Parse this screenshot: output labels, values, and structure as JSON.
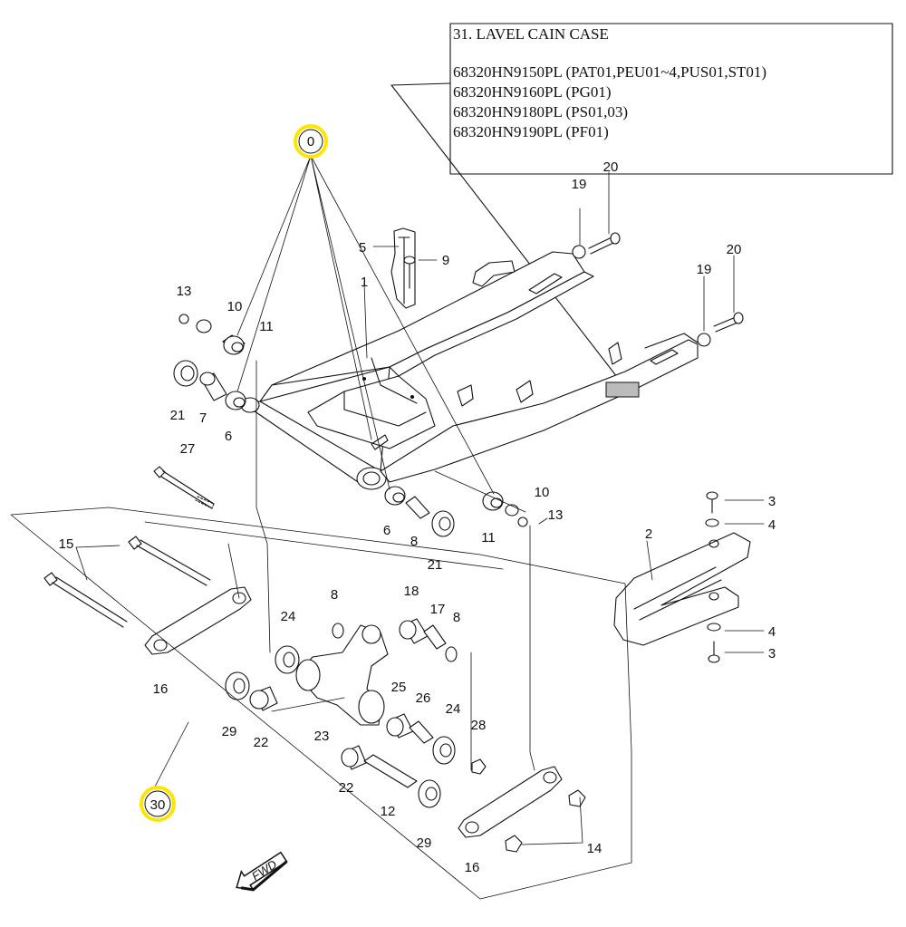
{
  "note": {
    "title": "31. LAVEL CAIN CASE",
    "lines": [
      "68320HN9150PL (PAT01,PEU01~4,PUS01,ST01)",
      "68320HN9160PL (PG01)",
      "68320HN9180PL (PS01,03)",
      "68320HN9190PL (PF01)"
    ]
  },
  "highlights": {
    "top": "0",
    "bottom": "30"
  },
  "direction": "FWD",
  "colors": {
    "highlight": "#ffe600",
    "ink": "#111111",
    "tag": "#bbbbbb"
  },
  "labels": [
    {
      "id": "1",
      "text": "1"
    },
    {
      "id": "2",
      "text": "2"
    },
    {
      "id": "3a",
      "text": "3"
    },
    {
      "id": "3b",
      "text": "3"
    },
    {
      "id": "4a",
      "text": "4"
    },
    {
      "id": "4b",
      "text": "4"
    },
    {
      "id": "5",
      "text": "5"
    },
    {
      "id": "6a",
      "text": "6"
    },
    {
      "id": "6b",
      "text": "6"
    },
    {
      "id": "7",
      "text": "7"
    },
    {
      "id": "8a",
      "text": "8"
    },
    {
      "id": "8b",
      "text": "8"
    },
    {
      "id": "8c",
      "text": "8"
    },
    {
      "id": "9",
      "text": "9"
    },
    {
      "id": "10a",
      "text": "10"
    },
    {
      "id": "10b",
      "text": "10"
    },
    {
      "id": "11a",
      "text": "11"
    },
    {
      "id": "11b",
      "text": "11"
    },
    {
      "id": "12",
      "text": "12"
    },
    {
      "id": "13a",
      "text": "13"
    },
    {
      "id": "13b",
      "text": "13"
    },
    {
      "id": "14",
      "text": "14"
    },
    {
      "id": "15",
      "text": "15"
    },
    {
      "id": "16a",
      "text": "16"
    },
    {
      "id": "16b",
      "text": "16"
    },
    {
      "id": "17",
      "text": "17"
    },
    {
      "id": "18",
      "text": "18"
    },
    {
      "id": "19a",
      "text": "19"
    },
    {
      "id": "19b",
      "text": "19"
    },
    {
      "id": "20a",
      "text": "20"
    },
    {
      "id": "20b",
      "text": "20"
    },
    {
      "id": "21a",
      "text": "21"
    },
    {
      "id": "21b",
      "text": "21"
    },
    {
      "id": "22a",
      "text": "22"
    },
    {
      "id": "22b",
      "text": "22"
    },
    {
      "id": "23",
      "text": "23"
    },
    {
      "id": "24a",
      "text": "24"
    },
    {
      "id": "24b",
      "text": "24"
    },
    {
      "id": "25",
      "text": "25"
    },
    {
      "id": "26",
      "text": "26"
    },
    {
      "id": "27",
      "text": "27"
    },
    {
      "id": "28",
      "text": "28"
    },
    {
      "id": "29a",
      "text": "29"
    },
    {
      "id": "29b",
      "text": "29"
    }
  ]
}
